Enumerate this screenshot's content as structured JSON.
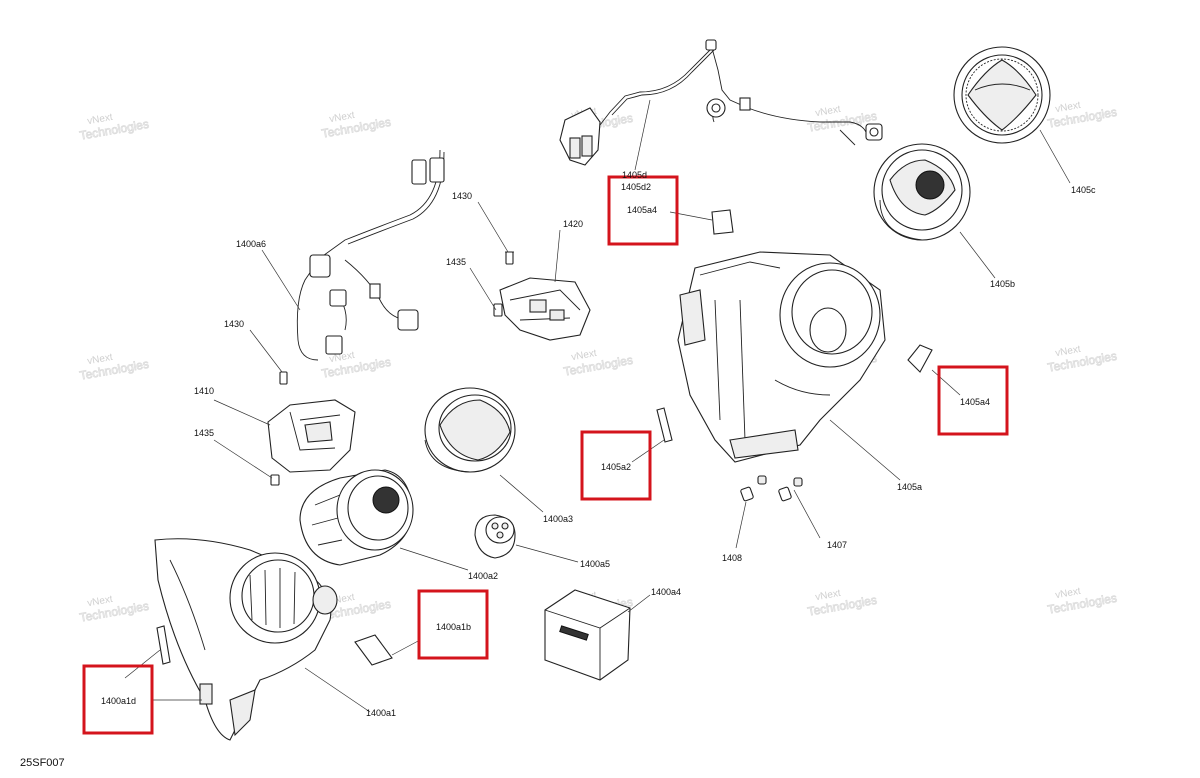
{
  "drawing_code": "25SF007",
  "watermark": {
    "line1": "vNext",
    "line2": "Technologies"
  },
  "labels": {
    "l1405d": "1405d",
    "l1405d2": "1405d2",
    "l1405a4_top": "1405a4",
    "l1405c": "1405c",
    "l1405b": "1405b",
    "l1430_top": "1430",
    "l1420": "1420",
    "l1435_top": "1435",
    "l1400a6": "1400a6",
    "l1430_mid": "1430",
    "l1410": "1410",
    "l1435_mid": "1435",
    "l1405a4_right": "1405a4",
    "l1405a2": "1405a2",
    "l1405a": "1405a",
    "l1400a3": "1400a3",
    "l1408": "1408",
    "l1407": "1407",
    "l1400a5": "1400a5",
    "l1400a2": "1400a2",
    "l1400a4": "1400a4",
    "l1400a1b": "1400a1b",
    "l1400a1d": "1400a1d",
    "l1400a1": "1400a1"
  },
  "highlight_color": "#d4141c"
}
